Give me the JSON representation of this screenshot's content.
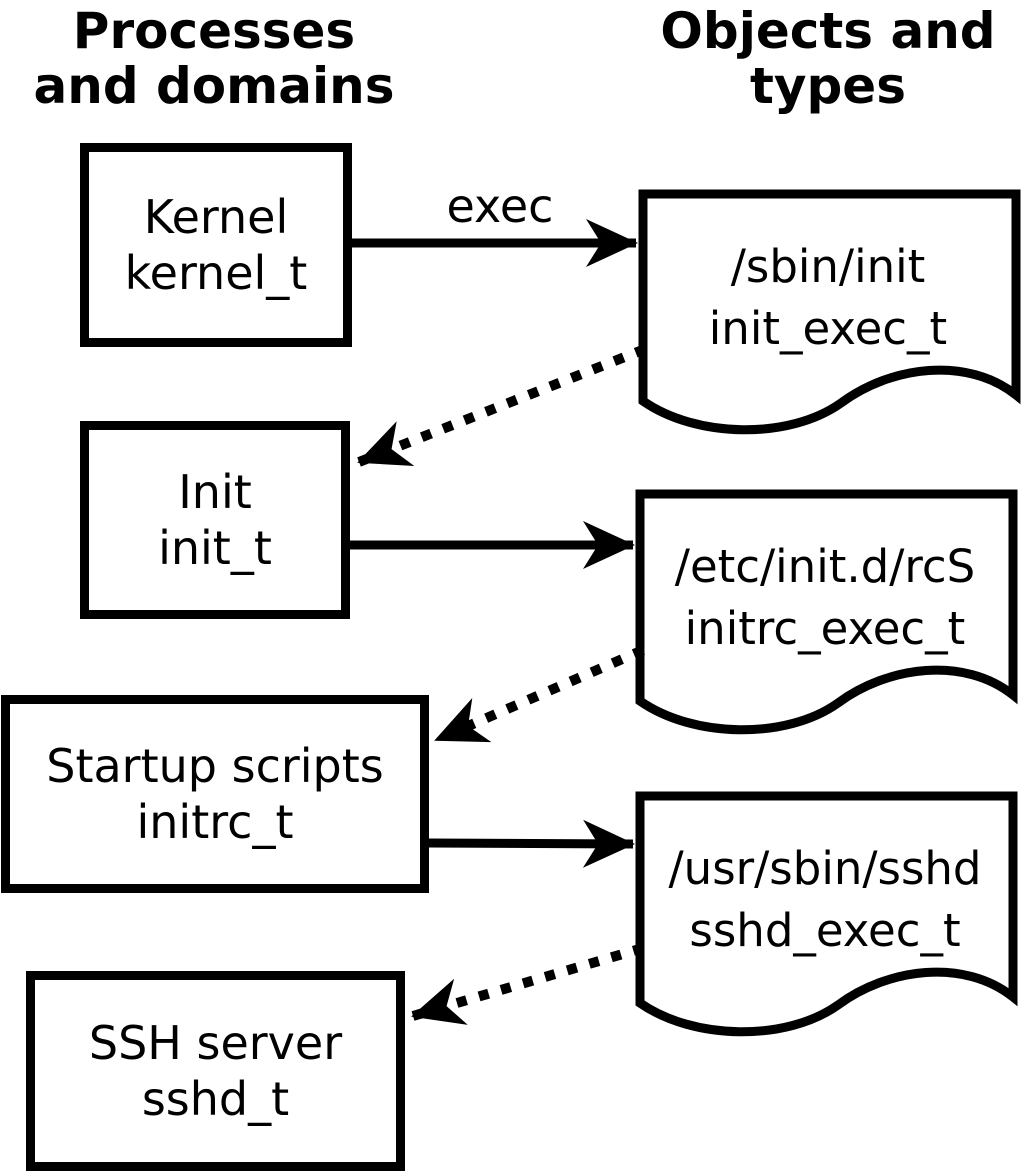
{
  "headers": {
    "left": [
      "Processes",
      "and domains"
    ],
    "right": [
      "Objects and",
      "types"
    ]
  },
  "processes": [
    {
      "name": "Kernel",
      "type": "kernel_t"
    },
    {
      "name": "Init",
      "type": "init_t"
    },
    {
      "name": "Startup scripts",
      "type": "initrc_t"
    },
    {
      "name": "SSH server",
      "type": "sshd_t"
    }
  ],
  "objects": [
    {
      "path": "/sbin/init",
      "type": "init_exec_t"
    },
    {
      "path": "/etc/init.d/rcS",
      "type": "initrc_exec_t"
    },
    {
      "path": "/usr/sbin/sshd",
      "type": "sshd_exec_t"
    }
  ],
  "labels": {
    "exec": "exec"
  },
  "colors": {
    "ink": "#000000",
    "paper": "#ffffff"
  }
}
